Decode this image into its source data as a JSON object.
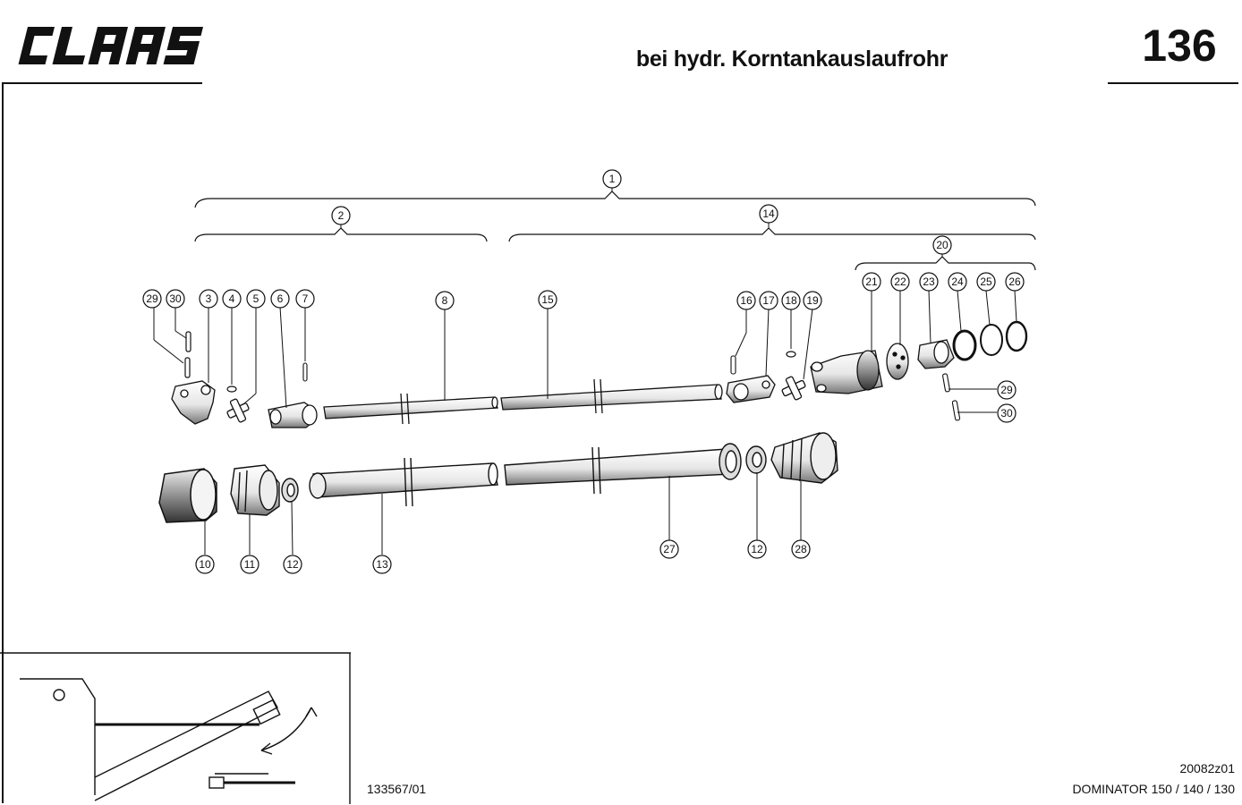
{
  "brand": "CLAAS",
  "header": {
    "title": "bei hydr. Korntankauslaufrohr",
    "page_number": "136"
  },
  "footer": {
    "drawing_number": "133567/01",
    "reference_code": "20082z01",
    "model": "DOMINATOR 150 / 140 / 130"
  },
  "callouts": {
    "c1": "1",
    "c2": "2",
    "c3": "3",
    "c4": "4",
    "c5": "5",
    "c6": "6",
    "c7": "7",
    "c8": "8",
    "c10": "10",
    "c11": "11",
    "c12a": "12",
    "c12b": "12",
    "c13": "13",
    "c14": "14",
    "c15": "15",
    "c16": "16",
    "c17": "17",
    "c18": "18",
    "c19": "19",
    "c20": "20",
    "c21": "21",
    "c22": "22",
    "c23": "23",
    "c24": "24",
    "c25": "25",
    "c26": "26",
    "c27": "27",
    "c28": "28",
    "c29a": "29",
    "c29b": "29",
    "c30a": "30",
    "c30b": "30"
  },
  "colors": {
    "ink": "#111111",
    "paper": "#ffffff"
  }
}
